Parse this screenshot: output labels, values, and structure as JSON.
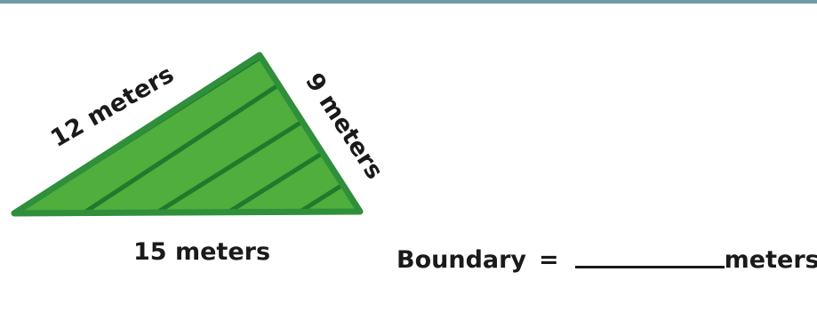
{
  "figure": {
    "side_left_label": "12 meters",
    "side_right_label": "9 meters",
    "base_label": "15 meters",
    "fill_color": "#4fae3c",
    "stripe_color": "#1f7a2c",
    "outline_color": "#2f8f3a",
    "frame_color": "#6f9aa6"
  },
  "question": {
    "lhs": "Boundary",
    "sign": "=",
    "unit": "meters"
  }
}
